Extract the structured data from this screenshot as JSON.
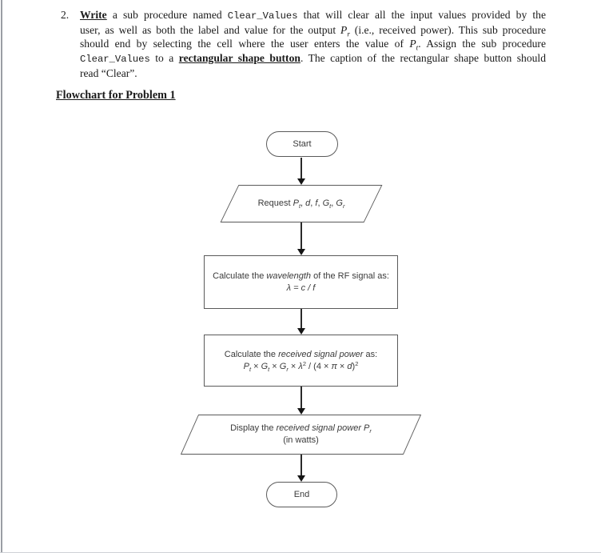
{
  "palette": {
    "ink": "#1a1a1a",
    "shape_border": "#5a5a5a",
    "arrow": "#151515"
  },
  "document": {
    "list_number": "2.",
    "line1": {
      "s0": "Write",
      "s1": " a sub procedure named ",
      "s2": "Clear_Values",
      "s3": " that will clear all the input values provided by the"
    },
    "line2": {
      "s0": "user, as well as both the label and value for the output ",
      "var": "P",
      "sub": "r",
      "s1": " (i.e., received power). This sub procedure"
    },
    "line3": {
      "s0": "should end by selecting the cell where the user enters the value of ",
      "var": "P",
      "sub": "t",
      "s1": ". Assign the sub procedure"
    },
    "line4": {
      "s0": "Clear_Values",
      "s1": " to a ",
      "s2": "rectangular shape button",
      "s3": ". The caption of the rectangular shape button should"
    },
    "line5": {
      "s0": "read “Clear”."
    },
    "heading": "Flowchart for Problem 1"
  },
  "flowchart": {
    "start_label": "Start",
    "request": {
      "s0": "Request ",
      "v1": "P",
      "v1sub": "t",
      "c1": ", ",
      "v2": "d",
      "c2": ", ",
      "v3": "f",
      "c3": ", ",
      "v4": "G",
      "v4sub": "t",
      "c4": ", ",
      "v5": "G",
      "v5sub": "r"
    },
    "calc_wavelength": {
      "t0": "Calculate the ",
      "t1": "wavelength",
      "t2": " of the RF signal as:",
      "formula": "λ = c / f"
    },
    "calc_power": {
      "t0": "Calculate the ",
      "t1": "received signal power",
      "t2": " as:",
      "f0": "P",
      "f0sub": "t",
      "f1": " × ",
      "f2": "G",
      "f2sub": "t",
      "f3": " × ",
      "f4": "G",
      "f4sub": "r",
      "f5": " × ",
      "f6": "λ",
      "f6sup": "2",
      "f7": " / (4 × ",
      "f8": "π",
      "f9": " × ",
      "f10": "d",
      "f11": ")",
      "f11sup": "2"
    },
    "display": {
      "t0": "Display the ",
      "t1": "received signal power P",
      "t1sub": "r",
      "t2": "(in watts)"
    },
    "end_label": "End"
  }
}
